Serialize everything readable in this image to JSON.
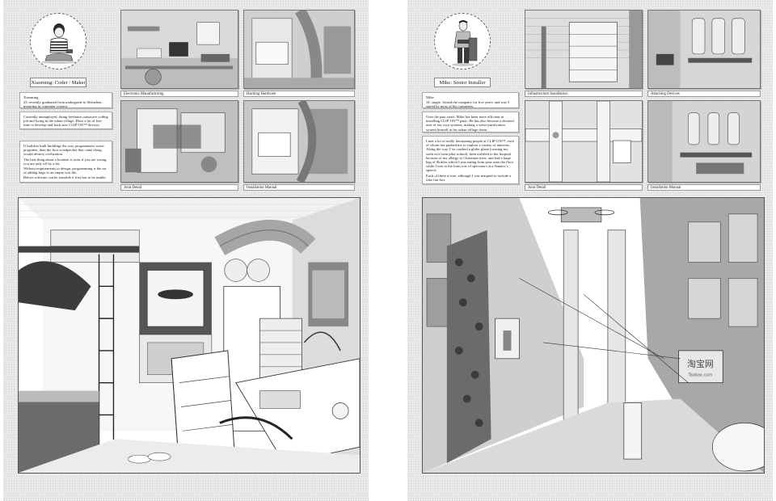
{
  "left": {
    "name": "Xiaoming: Coder / Maker",
    "bio_lines": [
      "Xiaoming",
      "23, recently graduated from undergrade in Shenzhen, majoring in computer science."
    ],
    "para2": "Currently unemployed, doing freelance outsource coding job and living in the urban village. Have a lot of free time to develop and hack new CLIP-ON™ devices.",
    "para3_lines": [
      "If builders built buildings the way programmers wrote programs, then the first woodpecker that came along would destroy civilization.",
      "The best thing about a boolean is even if you are wrong, you are only off by a bit.",
      "Without requirements or design, programming is the art of adding bugs to an empty text file.",
      "Before software can be reusable it first has to be usable."
    ],
    "captions": [
      "Electronic Manufacturing",
      "Hacking Hardware",
      "Joint Detail",
      "Installation Manual"
    ]
  },
  "right": {
    "name": "Mike: Senior Installer",
    "bio_lines": [
      "Mike",
      "34, single. Joined the company for five years, and was 5 stared by most of his customers."
    ],
    "para2": "Over the past years, Mike has been more efficient in installing CLIP-ON™ parts. He has also become a devoted user of our own systems, making a water purification system himself in his urban village dorm.",
    "para3_lines": [
      "I met a lot of really fascinating people at CLIP-ON™, each of whom has pushed me to explore a variety of interests. Along the way, I’ve crashed a glider plane (causing my sixth exit from pilot school), been airlifted to the hospital because of my allergy to Christmas trees, and had a large bag of Skittles which I was eating from pour onto the floor while I was in the front row of spectators at a Senator’s speech.",
      "Each of these is true, although I was tempted to include a fake fun fact."
    ],
    "captions": [
      "Infrastructure Installation",
      "Attaching Devices",
      "Joint Detail",
      "Installation Manual"
    ],
    "sign_text": "淘宝网",
    "sign_sub": "Taobao.com"
  }
}
